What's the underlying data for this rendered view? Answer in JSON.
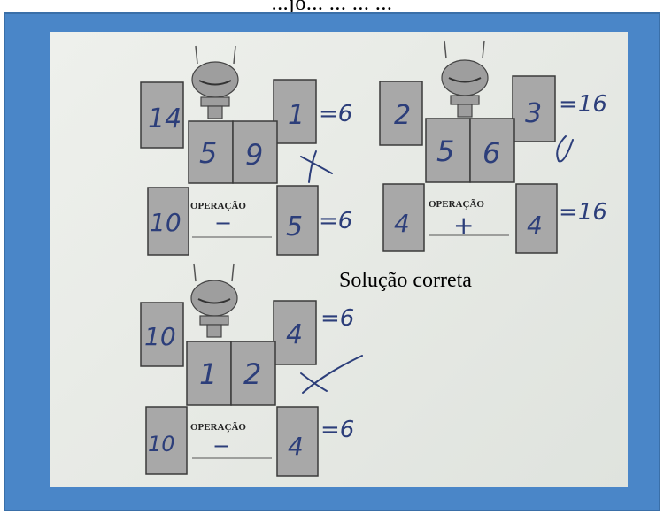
{
  "top_strip_text": "...jo... ... ... ...",
  "caption": "Solução correta",
  "operation_label": "OPERAÇÃO",
  "robots": [
    {
      "id": "robot-1",
      "top_left": "14",
      "top_right": "1",
      "body_left": "5",
      "body_right": "9",
      "bottom_left": "10",
      "bottom_right": "5",
      "top_result": "=6",
      "bottom_result": "=6",
      "operation": "−",
      "mark": "X"
    },
    {
      "id": "robot-2",
      "top_left": "2",
      "top_right": "3",
      "body_left": "5",
      "body_right": "6",
      "bottom_left": "4",
      "bottom_right": "4",
      "top_result": "=16",
      "bottom_result": "=16",
      "operation": "+",
      "mark": "✓"
    },
    {
      "id": "robot-3",
      "top_left": "10",
      "top_right": "4",
      "body_left": "1",
      "body_right": "2",
      "bottom_left": "10",
      "bottom_right": "4",
      "top_result": "=6",
      "bottom_result": "=6",
      "operation": "−",
      "mark": "X"
    }
  ]
}
